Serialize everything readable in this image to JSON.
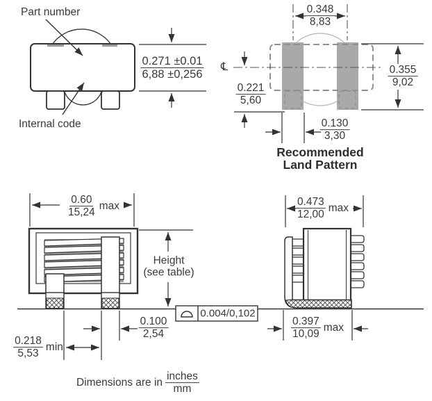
{
  "labels": {
    "part_number": "Part number",
    "internal_code": "Internal code",
    "height": "Height",
    "height_note": "(see table)",
    "centerline": "℄"
  },
  "land_pattern": {
    "title_line1": "Recommended",
    "title_line2": "Land Pattern"
  },
  "dimensions": {
    "body_height": {
      "inches": "0.271 ±0.01",
      "mm": "6,88 ±0,256"
    },
    "pad_pitch": {
      "inches": "0.348",
      "mm": "8,83"
    },
    "land_height": {
      "inches": "0.355",
      "mm": "9,02"
    },
    "centerline_to_pad_bottom": {
      "inches": "0.221",
      "mm": "5,60"
    },
    "pad_width": {
      "inches": "0.130",
      "mm": "3,30"
    },
    "body_width": {
      "inches": "0.60",
      "mm": "15,24",
      "suffix": "max"
    },
    "terminal_width": {
      "inches": "0.100",
      "mm": "2,54"
    },
    "terminal_gap": {
      "inches": "0.218",
      "mm": "5,53",
      "suffix": "min"
    },
    "side_width": {
      "inches": "0.473",
      "mm": "12,00",
      "suffix": "max"
    },
    "base_width": {
      "inches": "0.397",
      "mm": "10,09",
      "suffix": "max"
    },
    "coplanarity": "0.004/0,102"
  },
  "units_note": {
    "prefix": "Dimensions are in",
    "numerator": "inches",
    "denominator": "mm"
  },
  "colors": {
    "line": "#333333",
    "text": "#3a3a3a",
    "pad_fill": "#a9a9a9",
    "dashed_outline": "#909090",
    "winding_shade": "#9c9c9c",
    "arc": "#b5b5b5"
  }
}
